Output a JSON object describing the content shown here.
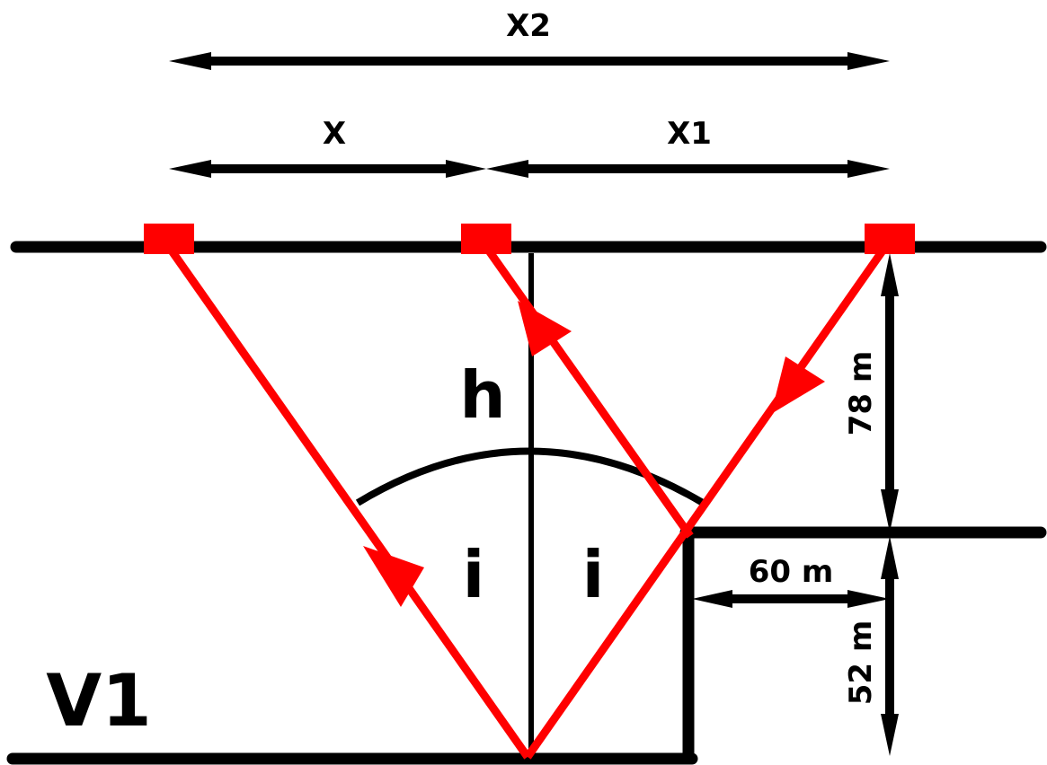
{
  "labels": {
    "x2": "X2",
    "x": "X",
    "x1": "X1",
    "h": "h",
    "i_left": "i",
    "i_right": "i",
    "v1": "V1",
    "depth_upper": "78 m",
    "offset_horizontal": "60 m",
    "depth_lower": "52 m"
  },
  "colors": {
    "ray": "#ff0000",
    "line": "#000000",
    "background": "#ffffff"
  },
  "icons": {
    "source": "red-square-marker",
    "receiver": "red-square-marker",
    "direction": "arrowhead"
  }
}
